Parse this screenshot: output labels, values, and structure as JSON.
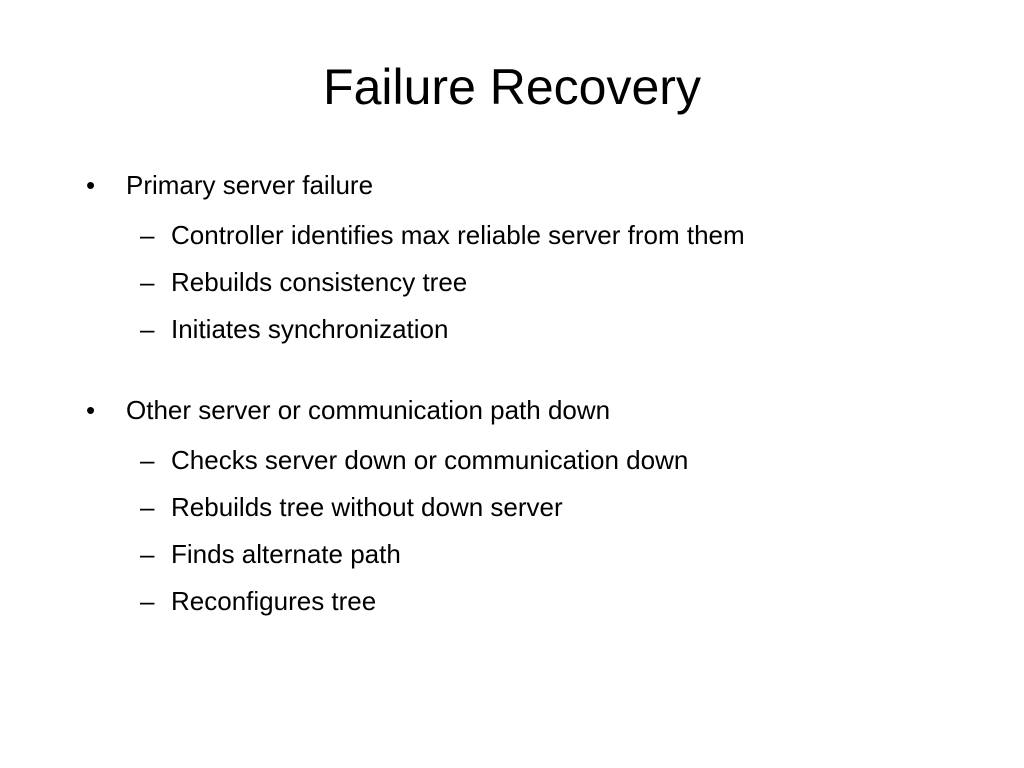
{
  "slide": {
    "title": "Failure Recovery",
    "sections": [
      {
        "bullet": "•",
        "label": "Primary server failure",
        "sub_marker": "–",
        "subitems": [
          "Controller identifies max reliable server from them",
          "Rebuilds consistency tree",
          "Initiates synchronization"
        ]
      },
      {
        "bullet": "•",
        "label": "Other server or communication path down",
        "sub_marker": "–",
        "subitems": [
          "Checks server down or communication down",
          "Rebuilds tree without down server",
          "Finds alternate path",
          "Reconfigures tree"
        ]
      }
    ]
  }
}
